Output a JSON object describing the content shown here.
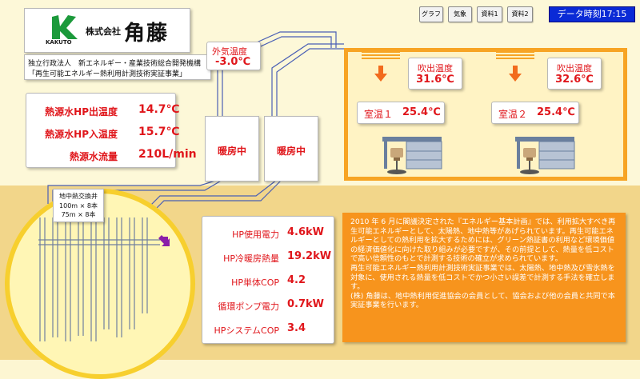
{
  "header": {
    "logo_mark": "K",
    "logo_caption": "KAKUTO",
    "company_prefix": "株式会社",
    "company_name": "角藤",
    "org_line1": "独立行政法人　新エネルギー・産業技術総合開発機構",
    "org_line2": "「再生可能エネルギー熱利用計測技術実証事業」"
  },
  "toolbar": {
    "graph": "グラフ",
    "weather": "気象",
    "report1": "資料1",
    "report2": "資料2",
    "data_time": "データ時刻17:15"
  },
  "outside": {
    "label": "外気温度",
    "value": "-3.0℃"
  },
  "heat_source": {
    "rows": [
      {
        "label": "熱源水HP出温度",
        "value": "14.7℃"
      },
      {
        "label": "熱源水HP入温度",
        "value": "15.7℃"
      },
      {
        "label": "熱源水流量",
        "value": "210L/min"
      }
    ]
  },
  "units": {
    "hp1_status": "暖房中",
    "hp2_status": "暖房中"
  },
  "rooms": {
    "outlet1_label": "吹出温度",
    "outlet1_value": "31.6℃",
    "outlet2_label": "吹出温度",
    "outlet2_value": "32.6℃",
    "room1_label": "室温１",
    "room1_value": "25.4℃",
    "room2_label": "室温２",
    "room2_value": "25.4℃"
  },
  "ground_exchanger": {
    "title": "地中熱交換井",
    "spec1": "100m × 8本",
    "spec2": "75m × 8本"
  },
  "performance": {
    "rows": [
      {
        "label": "HP使用電力",
        "value": "4.6kW"
      },
      {
        "label": "HP冷暖房熱量",
        "value": "19.2kW"
      },
      {
        "label": "HP単体COP",
        "value": "4.2"
      },
      {
        "label": "循環ポンプ電力",
        "value": "0.7kW"
      },
      {
        "label": "HPシステムCOP",
        "value": "3.4"
      }
    ]
  },
  "description": "2010 年 6 月に閣議決定された『エネルギー基本計画』では、利用拡大すべき再生可能エネルギーとして、太陽熱、地中熱等があげられています。再生可能エネルギーとしての熱利用を拡大するためには、グリーン熱証書の利用など環境価値の経済価値化に向けた取り組みが必要ですが、その前提として、熱量を低コストで高い信頼性のもとで計測する技術の確立が求められています。\n再生可能エネルギー熱利用計測技術実証事業では、太陽熱、地中熱及び雪氷熱を対象に、使用される熱量を低コストでかつ小さい誤差で計測する手法を確立します。\n(株) 角藤は、地中熱利用促進協会の会員として、協会および他の会員と共同で本実証事業を行います。",
  "colors": {
    "accent_red": "#e0161b",
    "orange_panel": "#f7941d",
    "room_bg": "#fff3c4",
    "time_bg": "#0a2ad6"
  }
}
